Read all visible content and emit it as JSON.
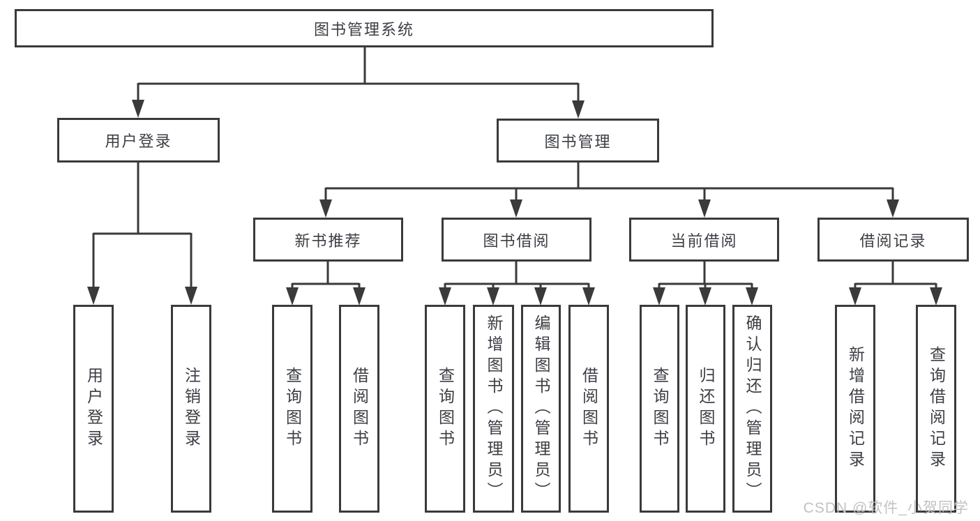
{
  "tree": {
    "root": "图书管理系统",
    "user_login": {
      "label": "用户登录",
      "children": [
        "用户登录",
        "注销登录"
      ]
    },
    "book_mgmt": {
      "label": "图书管理",
      "sections": [
        {
          "label": "新书推荐",
          "children": [
            "查询图书",
            "借阅图书"
          ]
        },
        {
          "label": "图书借阅",
          "children": [
            "查询图书",
            "新增图书（管理员）",
            "编辑图书（管理员）",
            "借阅图书"
          ]
        },
        {
          "label": "当前借阅",
          "children": [
            "查询图书",
            "归还图书",
            "确认归还（管理员）"
          ]
        },
        {
          "label": "借阅记录",
          "children": [
            "新增借阅记录",
            "查询借阅记录"
          ]
        }
      ]
    }
  },
  "watermark": "CSDN @软件_小贺同学",
  "colors": {
    "line": "#3a3a3a",
    "text": "#3c3e44",
    "watermark": "#c2c2c2",
    "background": "#ffffff"
  }
}
